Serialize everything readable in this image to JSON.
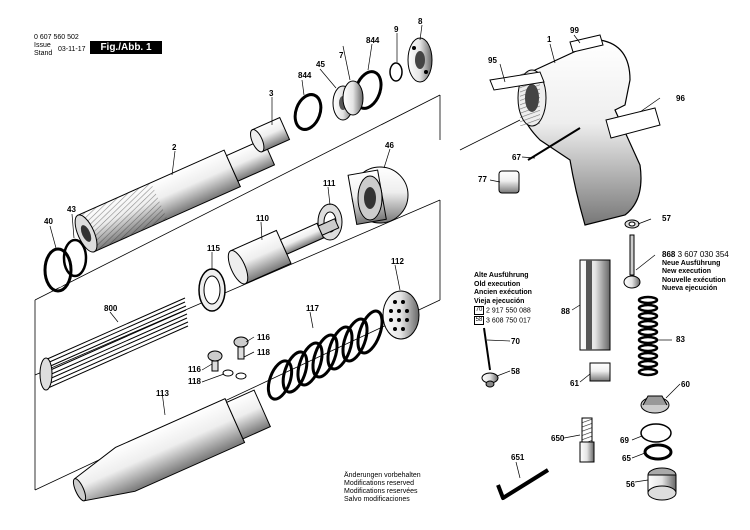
{
  "header": {
    "doc_number": "0 607 560 502",
    "issue_label": "Issue",
    "stand_label": "Stand",
    "date": "03-11-17",
    "figure_label": "Fig./Abb. 1"
  },
  "labels": {
    "p1": "1",
    "p2": "2",
    "p3": "3",
    "p7": "7",
    "p8": "8",
    "p9": "9",
    "p40": "40",
    "p43": "43",
    "p45": "45",
    "p46": "46",
    "p56": "56",
    "p57": "57",
    "p58": "58",
    "p60": "60",
    "p61": "61",
    "p65": "65",
    "p67": "67",
    "p69": "69",
    "p70": "70",
    "p77": "77",
    "p83": "83",
    "p88": "88",
    "p95": "95",
    "p96": "96",
    "p99": "99",
    "p110": "110",
    "p111": "111",
    "p112": "112",
    "p113": "113",
    "p115": "115",
    "p116a": "116",
    "p116b": "116",
    "p117": "117",
    "p118a": "118",
    "p118b": "118",
    "p650": "650",
    "p651": "651",
    "p800": "800",
    "p844a": "844",
    "p844b": "844",
    "p868": "868"
  },
  "legend_old": {
    "lines": [
      "Alte Ausführung",
      "Old execution",
      "Ancien exécution",
      "Vieja ejecución"
    ],
    "parts": [
      {
        "ref": "70",
        "number": "2 917 550 088"
      },
      {
        "ref": "58",
        "number": "3 608 750 017"
      }
    ]
  },
  "legend_new": {
    "ref": "868",
    "number": "3 607 030 354",
    "lines": [
      "Neue Ausführung",
      "New execution",
      "Nouvelle exécution",
      "Nueva ejecución"
    ]
  },
  "notice": [
    "Änderungen vorbehalten",
    "Modifications reserved",
    "Modifications reservées",
    "Salvo modificaciones"
  ]
}
